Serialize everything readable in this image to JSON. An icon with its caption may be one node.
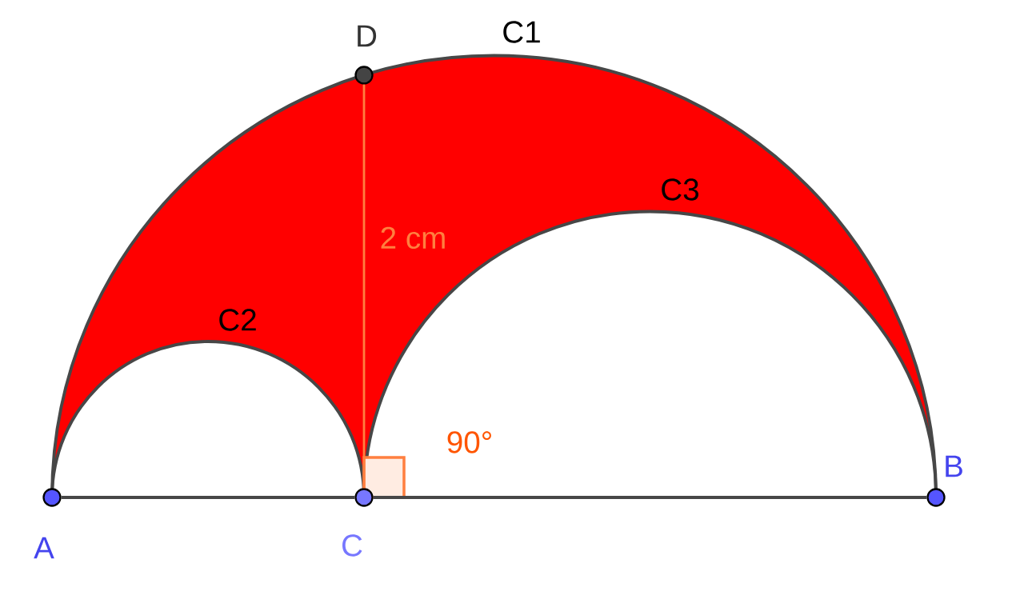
{
  "diagram": {
    "nodes": [
      {
        "text": [
          "D"
        ]
      },
      {
        "text": [
          "A"
        ]
      },
      {
        "text": [
          "C"
        ]
      },
      {
        "text": [
          "B"
        ]
      }
    ],
    "edges": [
      {
        "from": 1,
        "to": 2,
        "arrow": "none"
      },
      {
        "from": 2,
        "to": 3,
        "arrow": "none"
      },
      {
        "from": 2,
        "to": 0,
        "arrow": "none",
        "label": "2 cm",
        "color": "#ff7f3f"
      }
    ],
    "labels": [
      "C1",
      "C2",
      "C3",
      "90°"
    ]
  }
}
